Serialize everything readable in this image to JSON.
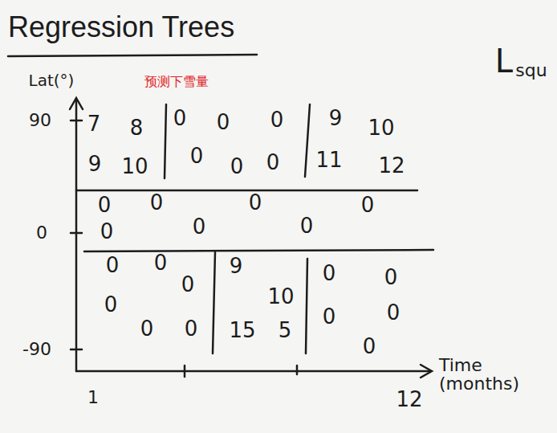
{
  "diagram": {
    "title": "Regression Trees",
    "labels": [
      "L",
      "squ",
      "Lat(°)",
      "预测下雪量",
      "90",
      "0",
      "-90",
      "1",
      "12",
      "Time (months)",
      "7",
      "8",
      "9",
      "10",
      "0",
      "0",
      "0",
      "0",
      "0",
      "0",
      "9",
      "10",
      "11",
      "12",
      "0",
      "0",
      "0",
      "0",
      "0",
      "0",
      "0",
      "0",
      "0",
      "0",
      "0",
      "0",
      "0",
      "9",
      "10",
      "15",
      "5",
      "0",
      "0",
      "0",
      "0",
      "0"
    ]
  }
}
